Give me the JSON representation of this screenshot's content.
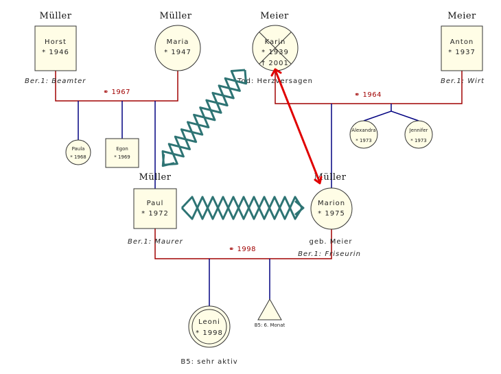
{
  "families": {
    "mueller_left": "Müller",
    "mueller_mid": "Müller",
    "meier_mid": "Meier",
    "meier_right": "Meier",
    "mueller_paul": "Müller",
    "mueller_marion": "Müller"
  },
  "persons": {
    "horst": {
      "name": "Horst",
      "birth": "* 1946"
    },
    "maria": {
      "name": "Maria",
      "birth": "* 1947"
    },
    "karin": {
      "name": "Karin",
      "birth": "* 1939",
      "death": "† 2001"
    },
    "anton": {
      "name": "Anton",
      "birth": "* 1937"
    },
    "paula": {
      "name": "Paula",
      "birth": "* 1968"
    },
    "egon": {
      "name": "Egon",
      "birth": "* 1969"
    },
    "alexandra": {
      "name": "Alexandra",
      "birth": "* 1973"
    },
    "jennifer": {
      "name": "Jennifer",
      "birth": "* 1973"
    },
    "paul": {
      "name": "Paul",
      "birth": "* 1972"
    },
    "marion": {
      "name": "Marion",
      "birth": "* 1975",
      "maiden": "geb. Meier"
    },
    "leoni": {
      "name": "Leoni",
      "birth": "* 1998"
    },
    "miscarriage": {
      "label": "B5: 6. Monat"
    }
  },
  "notes": {
    "horst_job": "Ber.1: Beamter",
    "karin_cause": "Tod: Herzversagen",
    "anton_job": "Ber.1: Wirt",
    "paul_job": "Ber.1: Maurer",
    "marion_job": "Ber.1: Friseurin",
    "leoni_note": "B5: sehr aktiv"
  },
  "marriages": {
    "horst_maria": "⚭ 1967",
    "karin_anton": "⚭ 1964",
    "paul_marion": "⚭ 1998"
  },
  "colors": {
    "line_parent": "#a00000",
    "line_child": "#000080",
    "conflict": "#2e7474",
    "close_relation": "#e00000",
    "node_fill": "#fffde6"
  }
}
